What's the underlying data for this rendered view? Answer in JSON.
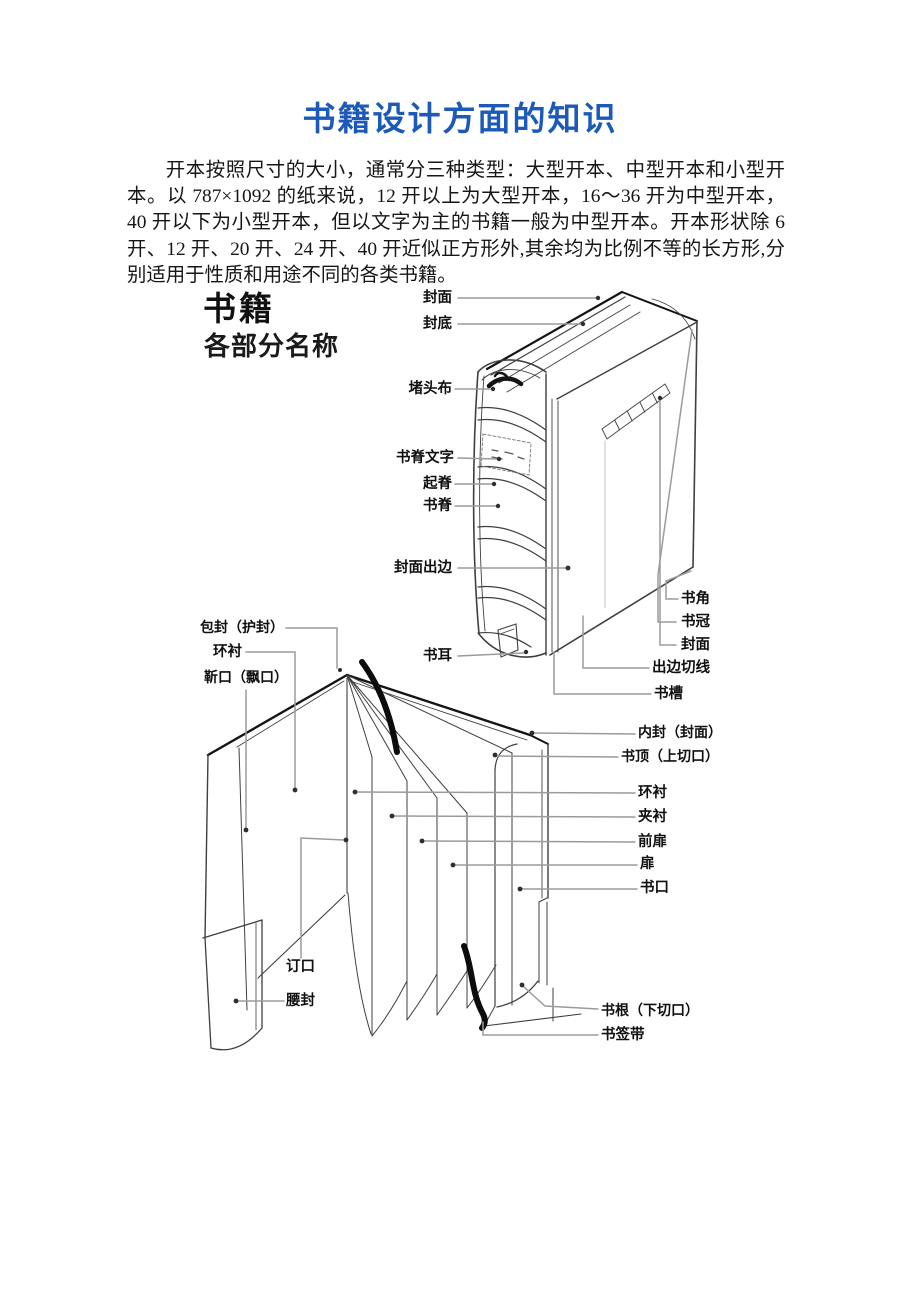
{
  "page": {
    "title": "书籍设计方面的知识"
  },
  "intro": {
    "text": "开本按照尺寸的大小，通常分三种类型：大型开本、中型开本和小型开本。以 787×1092 的纸来说，12 开以上为大型开本，16～36 开为中型开本，40 开以下为小型开本，但以文字为主的书籍一般为中型开本。开本形状除 6 开、12 开、20 开、24 开、40 开近似正方形外,其余均为比例不等的长方形,分别适用于性质和用途不同的各类书籍。"
  },
  "diagram": {
    "heading_line1": "书籍",
    "heading_line2": "各部分名称",
    "labels": {
      "fengmian_top": "封面",
      "fengdi": "封底",
      "dutoubu": "堵头布",
      "shujiwenzi": "书脊文字",
      "qiji": "起脊",
      "shuji": "书脊",
      "fengmianchubian": "封面出边",
      "shuer": "书耳",
      "shujiao": "书角",
      "shuguan": "书冠",
      "fengmian_right": "封面",
      "chubianqiexian": "出边切线",
      "shucao": "书槽",
      "baofeng": "包封（护封）",
      "huanchen_left": "环衬",
      "jinkou": "靳口（飘口）",
      "neifeng": "内封（封面）",
      "shuding": "书顶（上切口）",
      "huanchen_right": "环衬",
      "jiachen": "夹衬",
      "qianfei": "前扉",
      "fei": "扉",
      "shukou": "书口",
      "dingkou": "订口",
      "yaofeng": "腰封",
      "shugen": "书根（下切口）",
      "shuqiandai": "书签带"
    }
  },
  "colors": {
    "title_blue": "#1b5ab8",
    "ink": "#141414",
    "line": "#3f3f3f",
    "leader": "#9a9a9a"
  }
}
